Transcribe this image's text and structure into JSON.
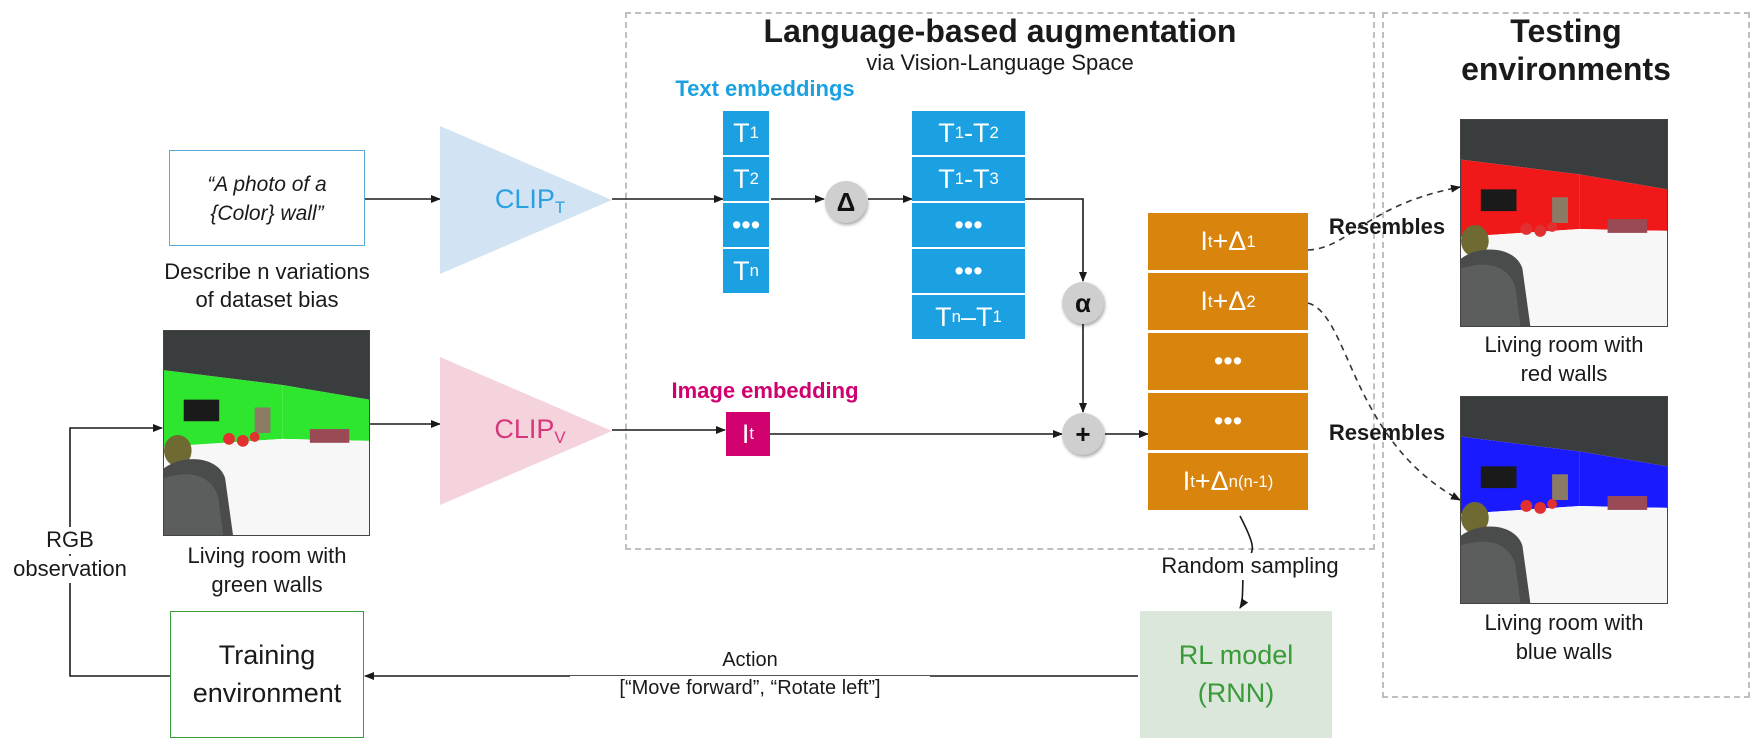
{
  "header": {
    "aug_title": "Language-based augmentation",
    "aug_subtitle": "via Vision-Language Space",
    "test_title_line1": "Testing",
    "test_title_line2": "environments"
  },
  "prompt": {
    "line1": "“A photo of a",
    "line2": "{Color} wall”",
    "caption_line1": "Describe n variations",
    "caption_line2": "of dataset bias"
  },
  "encoders": {
    "text_base": "CLIP",
    "text_sub": "T",
    "vision_base": "CLIP",
    "vision_sub": "V"
  },
  "labels": {
    "text_embeddings": "Text embeddings",
    "image_embedding": "Image embedding",
    "resembles_1": "Resembles",
    "resembles_2": "Resembles",
    "random_sampling": "Random sampling",
    "rgb_line1": "RGB",
    "rgb_line2": "observation",
    "action_line1": "Action",
    "action_line2": "[“Move forward”, “Rotate left”]"
  },
  "text_embeddings": [
    {
      "base": "T",
      "sub": "1"
    },
    {
      "base": "T",
      "sub": "2"
    },
    {
      "base": "•••",
      "sub": ""
    },
    {
      "base": "T",
      "sub": "n"
    }
  ],
  "deltas": [
    {
      "a": "T",
      "as": "1",
      "op": "-",
      "b": "T",
      "bs": "2"
    },
    {
      "a": "T",
      "as": "1",
      "op": "-",
      "b": "T",
      "bs": "3"
    },
    {
      "a": "•••",
      "as": "",
      "op": "",
      "b": "",
      "bs": ""
    },
    {
      "a": "•••",
      "as": "",
      "op": "",
      "b": "",
      "bs": ""
    },
    {
      "a": "T",
      "as": "n",
      "op": " – ",
      "b": "T",
      "bs": "1"
    }
  ],
  "image_embedding": {
    "base": "I",
    "sub": "t"
  },
  "operators": {
    "delta": "Δ",
    "alpha": "α",
    "plus": "+"
  },
  "augmented": [
    {
      "a": "I",
      "as": "t",
      "op": "+Δ",
      "ds": "1"
    },
    {
      "a": "I",
      "as": "t",
      "op": "+Δ",
      "ds": "2"
    },
    {
      "a": "•••",
      "as": "",
      "op": "",
      "ds": ""
    },
    {
      "a": "•••",
      "as": "",
      "op": "",
      "ds": ""
    },
    {
      "a": "I",
      "as": "t",
      "op": "+Δ",
      "ds": "n(n-1)"
    }
  ],
  "environments": {
    "train_caption_line1": "Living room with",
    "train_caption_line2": "green walls",
    "test1_caption_line1": "Living room with",
    "test1_caption_line2": "red walls",
    "test2_caption_line1": "Living room with",
    "test2_caption_line2": "blue walls",
    "training_line1": "Training",
    "training_line2": "environment",
    "rl_line1": "RL model",
    "rl_line2": "(RNN)"
  },
  "colors": {
    "text_blue": "#1ba1e2",
    "image_magenta": "#d0006f",
    "augment_orange": "#d9840c",
    "rl_green": "#3a9a3a",
    "train_wall": "#2ee62e",
    "test_red_wall": "#f01818",
    "test_blue_wall": "#1a1aff"
  }
}
